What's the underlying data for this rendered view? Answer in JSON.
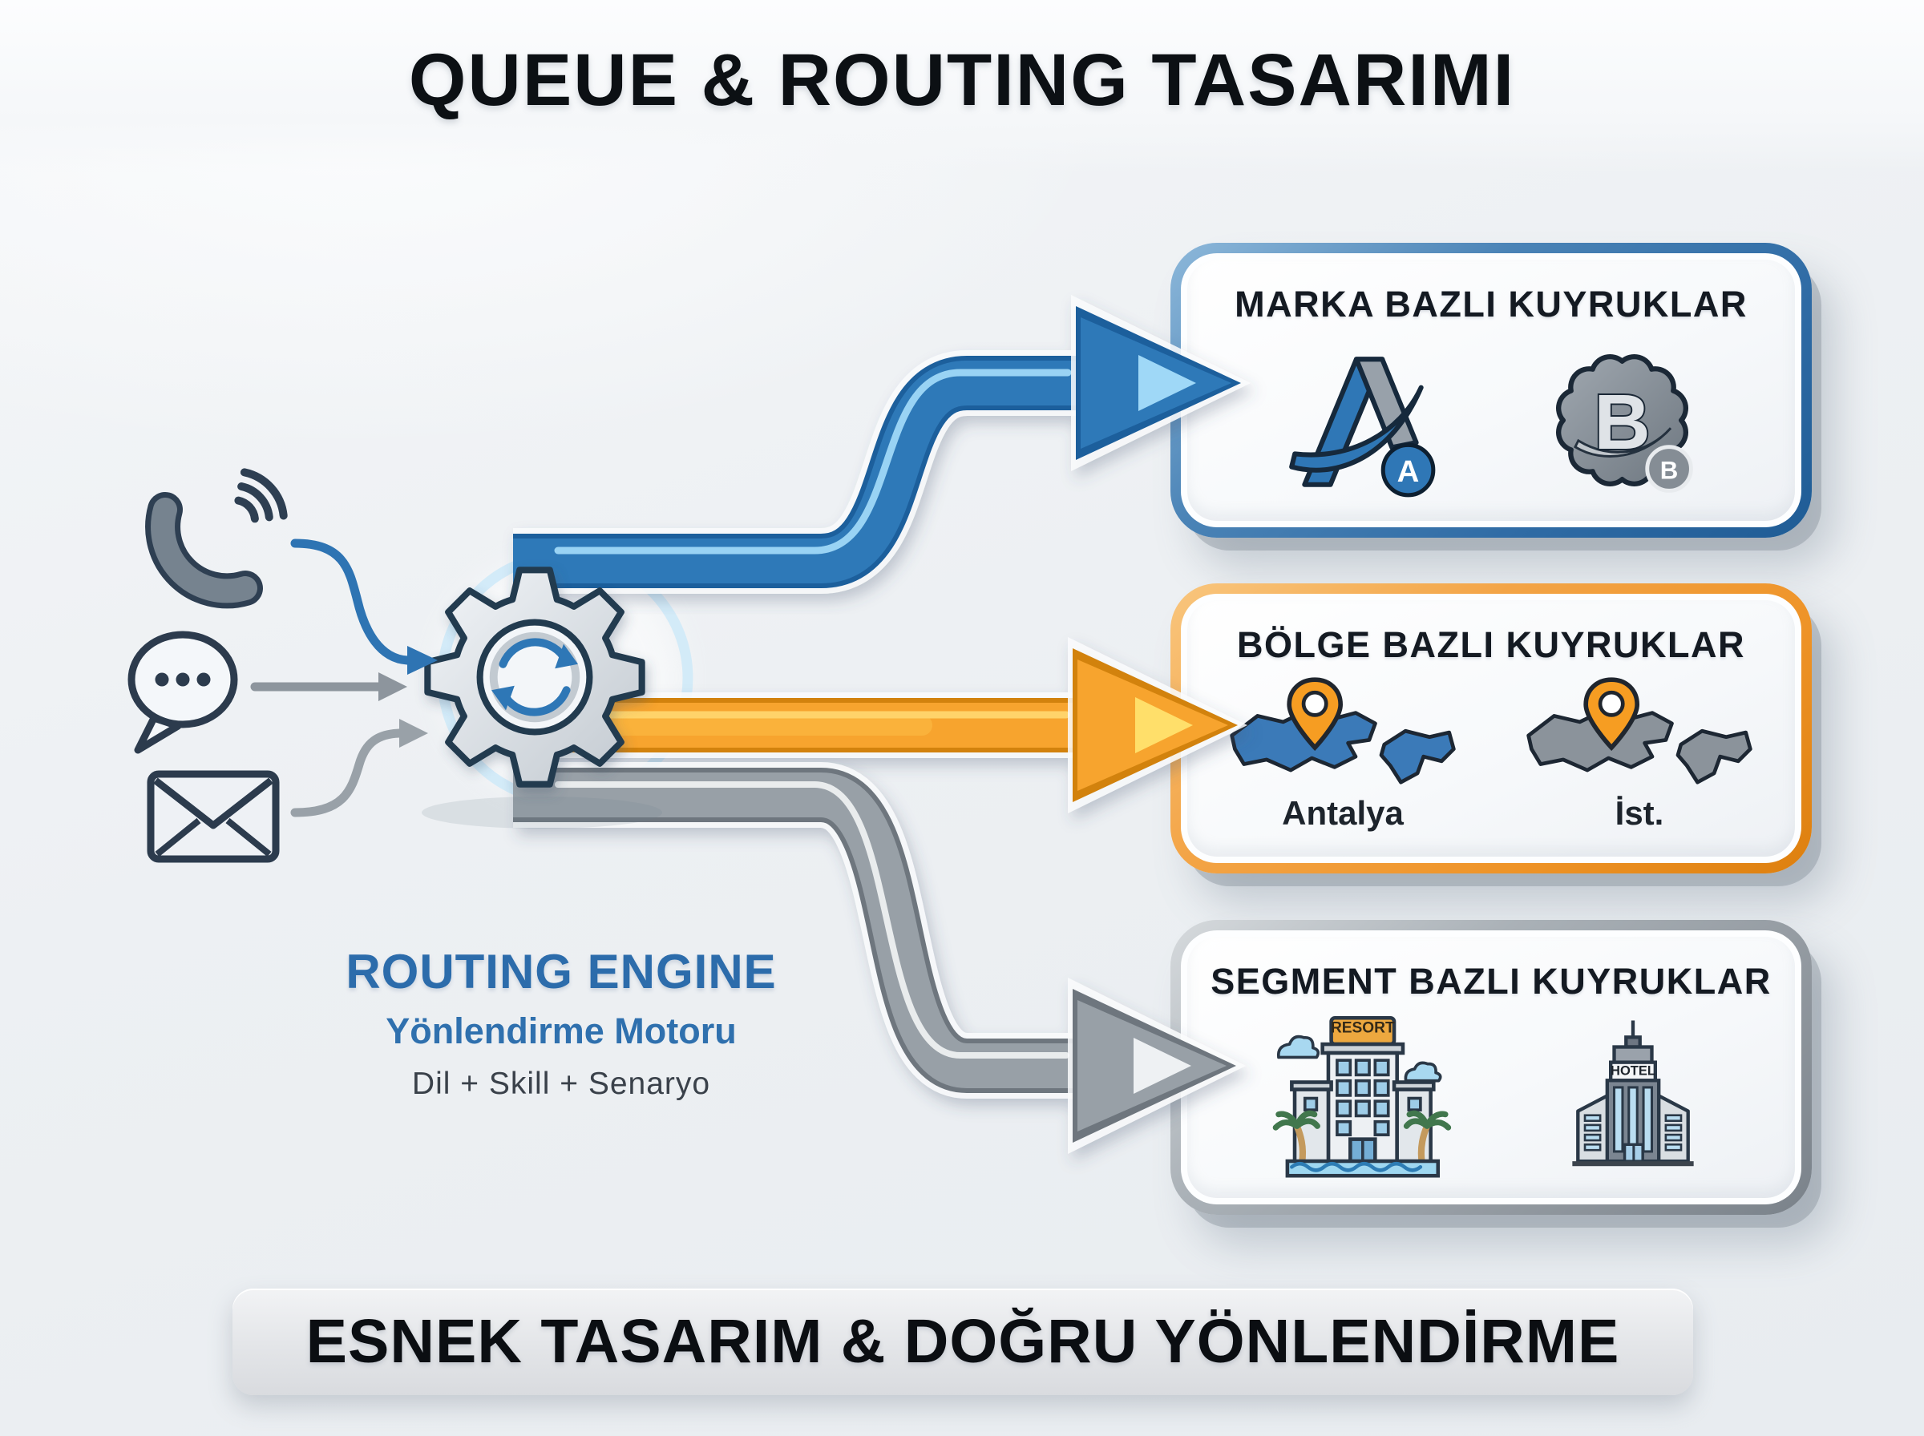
{
  "header": {
    "title": "QUEUE & ROUTING TASARIMI"
  },
  "channels": {
    "items": [
      {
        "id": "phone",
        "icon": "phone-icon"
      },
      {
        "id": "chat",
        "icon": "chat-bubble-icon"
      },
      {
        "id": "email",
        "icon": "envelope-icon"
      }
    ]
  },
  "routing_engine": {
    "title": "ROUTING ENGINE",
    "subtitle": "Yönlendirme Motoru",
    "criteria": "Dil + Skill + Senaryo",
    "icon": "gear-sync-icon"
  },
  "flows": [
    {
      "target": "brand-queues",
      "color": "#2f79b8"
    },
    {
      "target": "region-queues",
      "color": "#f7a42f"
    },
    {
      "target": "segment-queues",
      "color": "#98a0a7"
    }
  ],
  "queues": [
    {
      "title": "MARKA BAZLI KUYRUKLAR",
      "accent": "#3d7ab8",
      "brands": [
        {
          "badge": "A"
        },
        {
          "badge": "B"
        }
      ]
    },
    {
      "title": "BÖLGE BAZLI KUYRUKLAR",
      "accent": "#f2a144",
      "regions": [
        {
          "label": "Antalya"
        },
        {
          "label": "İst."
        }
      ]
    },
    {
      "title": "SEGMENT BAZLI KUYRUKLAR",
      "accent": "#9aa1a8",
      "segments": [
        {
          "sign": "RESORT"
        },
        {
          "sign": "HOTEL"
        }
      ]
    }
  ],
  "footer": {
    "banner": "ESNEK TASARIM & DOĞRU YÖNLENDİRME"
  },
  "colors": {
    "engine_text": "#2c6cab",
    "title_text": "#0c1014",
    "pin_orange": "#f69d22",
    "map_blue": "#3b7ab8",
    "map_gray": "#8b939b"
  }
}
